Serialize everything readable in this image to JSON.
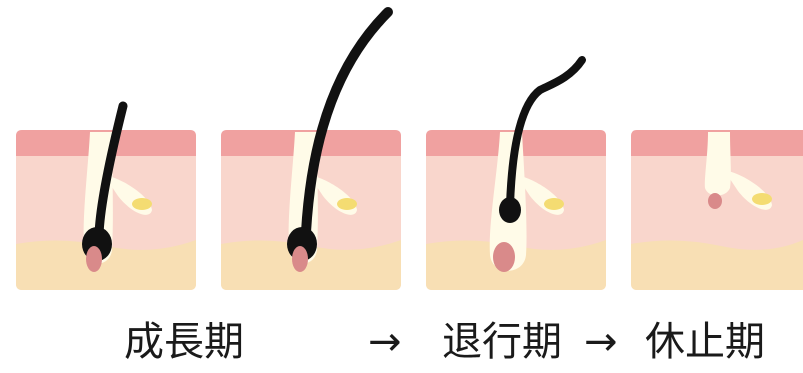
{
  "captions": {
    "stage1": "成長期",
    "arrow1": "→",
    "stage2": "退行期",
    "arrow2": "→",
    "stage3": "休止期"
  },
  "stages": [
    {
      "id": "growth-1",
      "hair_visible": true
    },
    {
      "id": "growth-2",
      "hair_visible": true
    },
    {
      "id": "catagen",
      "hair_visible": true
    },
    {
      "id": "telogen",
      "hair_visible": false
    }
  ],
  "colors": {
    "skin_top": "#f0a1a0",
    "skin_mid": "#f9d6cc",
    "skin_low": "#f8dfb4",
    "follicle": "#fffbe8",
    "gland": "#f4dc72",
    "bulb": "#d98a8a",
    "hair": "#111111"
  }
}
